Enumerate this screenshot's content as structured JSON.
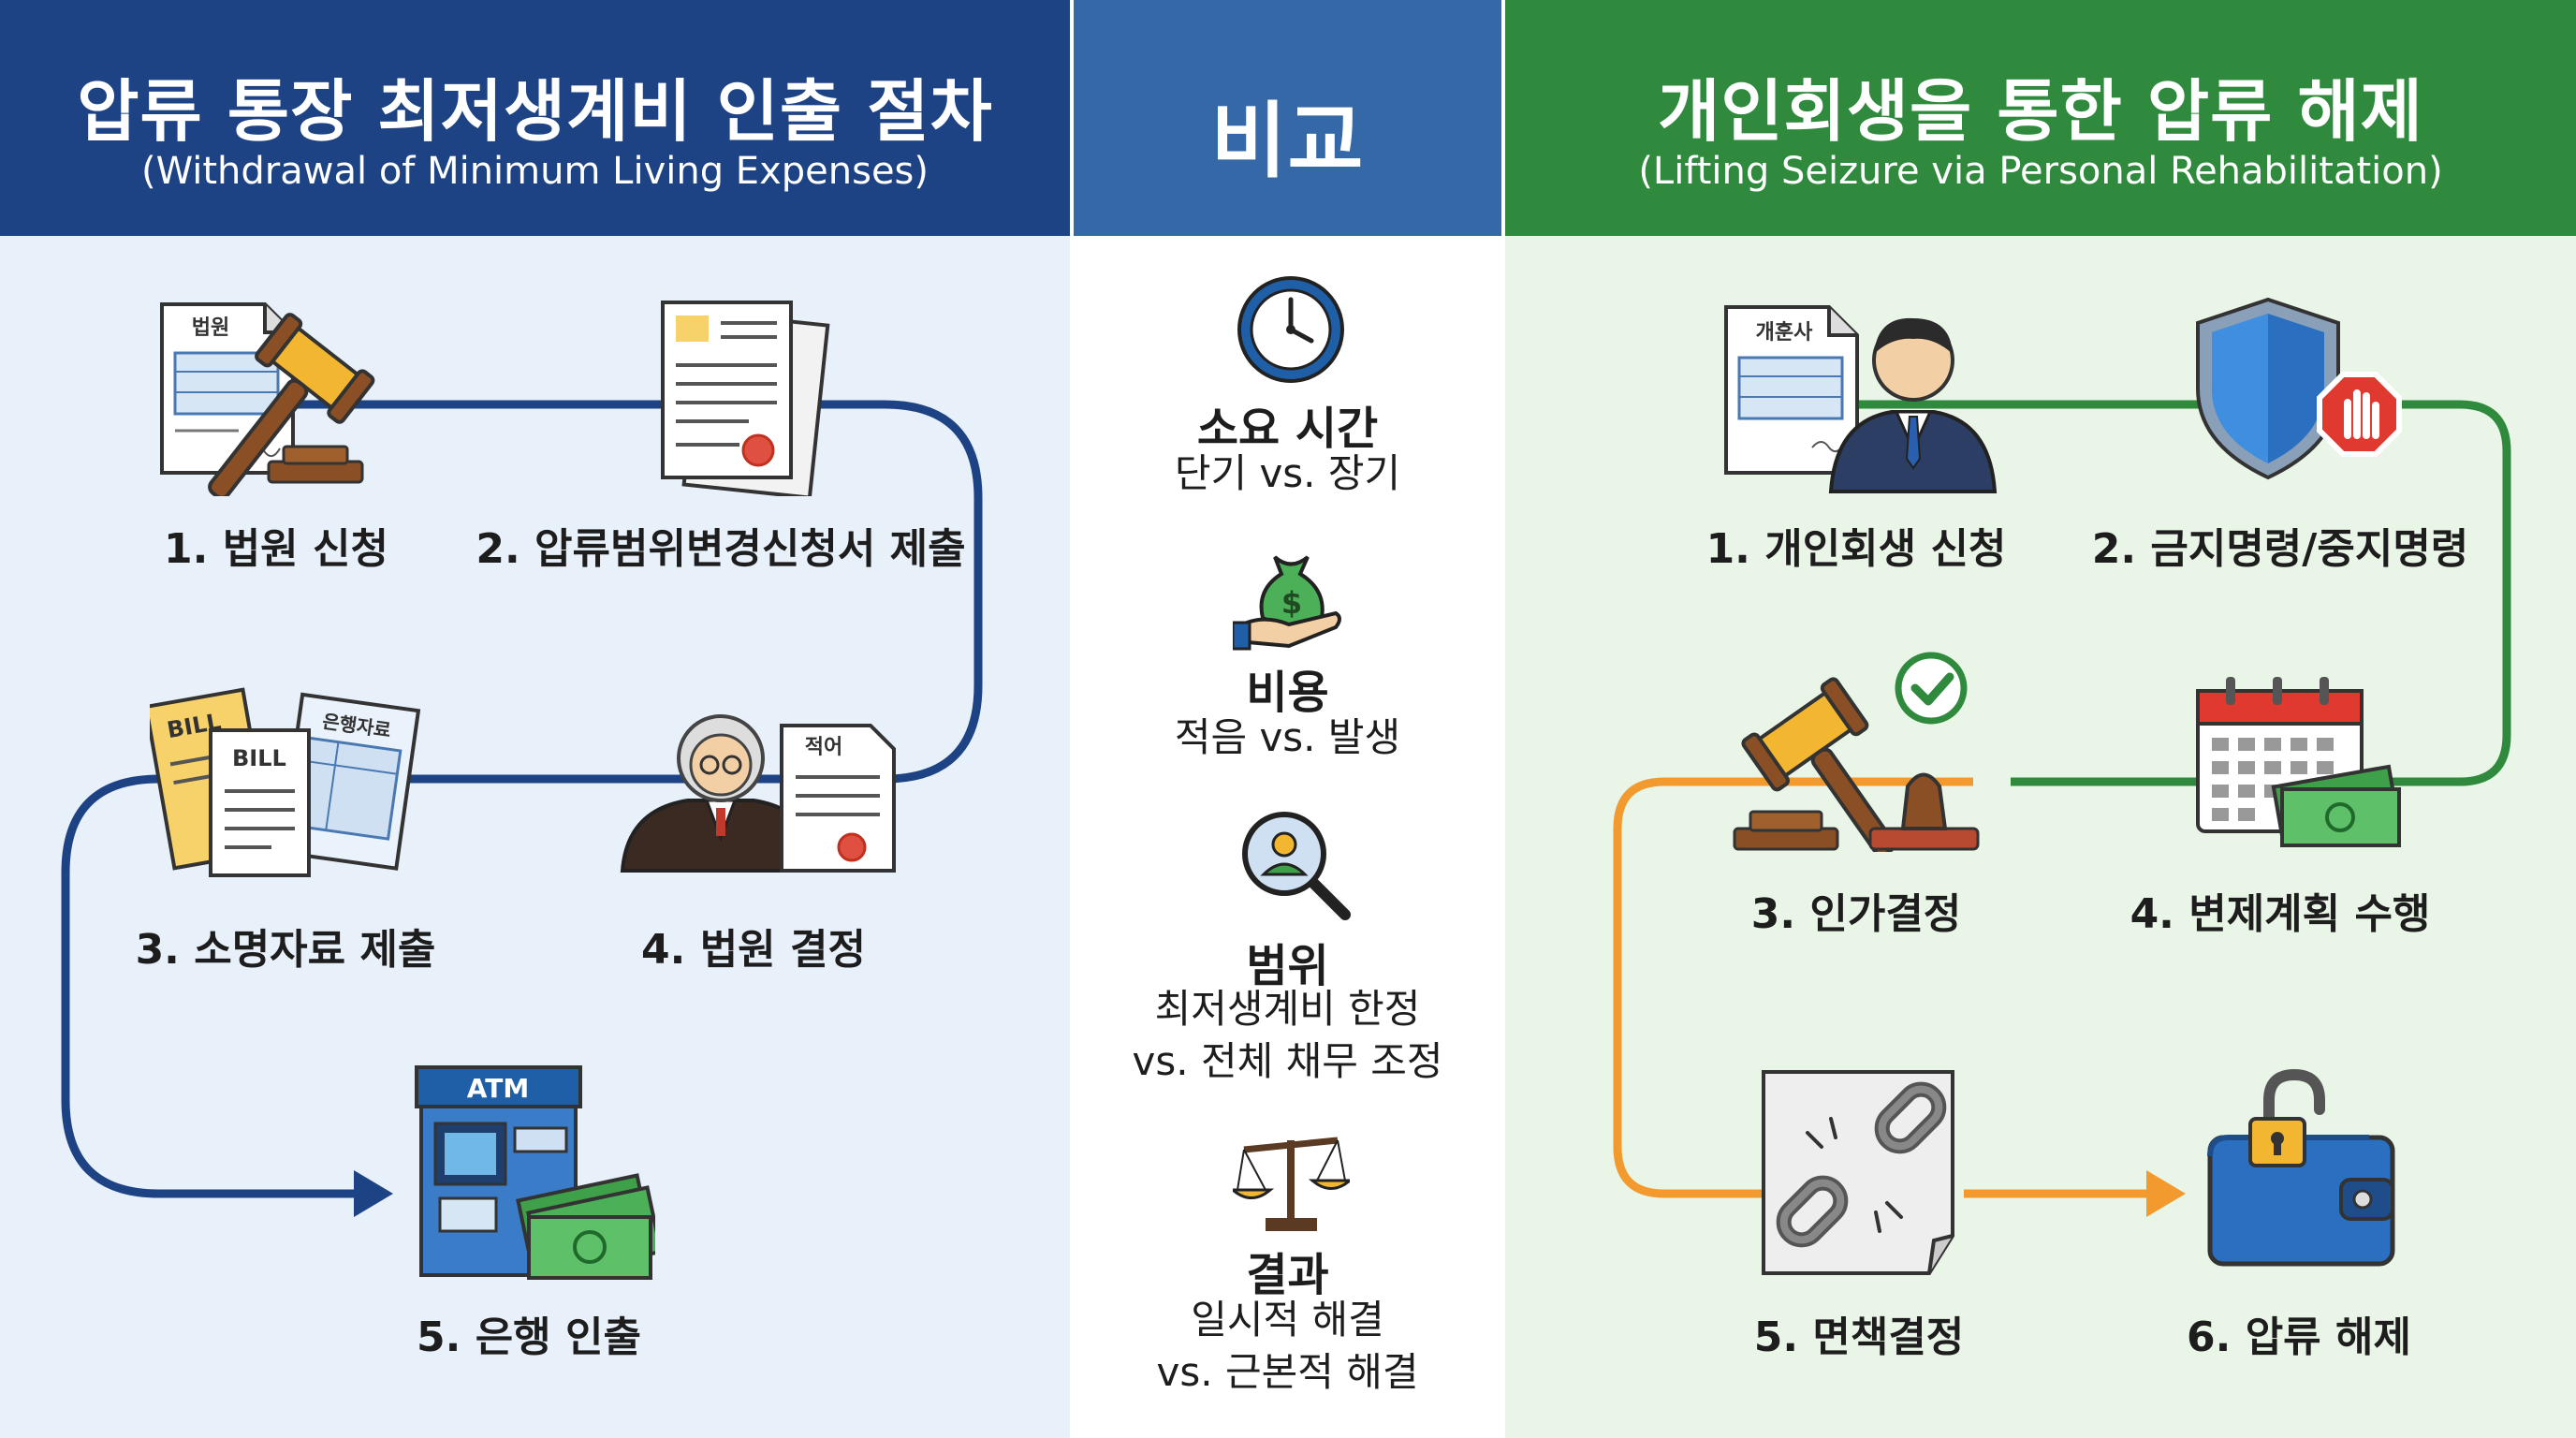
{
  "left": {
    "title": "압류 통장 최저생계비 인출 절차",
    "subtitle": "(Withdrawal of Minimum Living Expenses)",
    "steps": [
      {
        "label": "1. 법원 신청",
        "icon": "court-document-gavel-icon",
        "doc_text": "법원"
      },
      {
        "label": "2. 압류범위변경신청서 제출",
        "icon": "application-form-icon"
      },
      {
        "label": "3. 소명자료 제출",
        "icon": "bills-documents-icon",
        "doc_texts": [
          "BILL",
          "BILL",
          "은행자료"
        ]
      },
      {
        "label": "4. 법원 결정",
        "icon": "judge-decision-icon",
        "doc_text": "적어"
      },
      {
        "label": "5. 은행 인출",
        "icon": "atm-cash-icon",
        "atm_text": "ATM"
      }
    ],
    "colors": {
      "header": "#1e4385",
      "bg": "#e8f0fa",
      "flow": "#1e4385"
    }
  },
  "middle": {
    "title": "비교",
    "items": [
      {
        "title": "소요 시간",
        "desc": [
          "단기 vs. 장기"
        ],
        "icon": "clock-icon"
      },
      {
        "title": "비용",
        "desc": [
          "적음 vs. 발생"
        ],
        "icon": "money-bag-hand-icon"
      },
      {
        "title": "범위",
        "desc": [
          "최저생계비 한정",
          "vs. 전체 채무 조정"
        ],
        "icon": "magnifier-person-icon"
      },
      {
        "title": "결과",
        "desc": [
          "일시적 해결",
          "vs. 근본적 해결"
        ],
        "icon": "scales-icon"
      }
    ],
    "colors": {
      "header": "#3468a6"
    }
  },
  "right": {
    "title": "개인회생을 통한 압류 해제",
    "subtitle": "(Lifting Seizure via Personal Rehabilitation)",
    "steps": [
      {
        "label": "1. 개인회생 신청",
        "icon": "lawyer-document-icon",
        "doc_text": "개훈사"
      },
      {
        "label": "2. 금지명령/중지명령",
        "icon": "shield-stop-icon"
      },
      {
        "label": "3. 인가결정",
        "icon": "gavel-approval-icon"
      },
      {
        "label": "4. 변제계획 수행",
        "icon": "calendar-cash-icon"
      },
      {
        "label": "5. 면책결정",
        "icon": "broken-chain-icon"
      },
      {
        "label": "6. 압류 해제",
        "icon": "unlocked-wallet-icon"
      }
    ],
    "colors": {
      "header": "#2f8a3d",
      "bg": "#e9f5e6",
      "flow_top": "#2f8a3d",
      "flow_bottom": "#f29a2e"
    }
  }
}
